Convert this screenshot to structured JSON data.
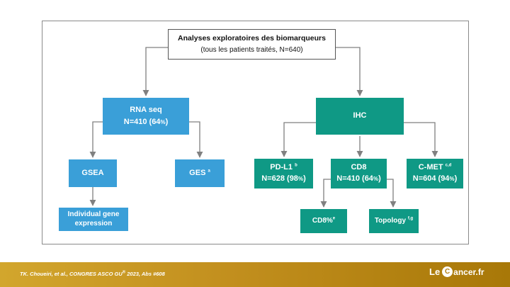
{
  "diagram": {
    "root": {
      "title": "Analyses exploratoires des biomarqueurs",
      "subtitle": "(tous les patients traités, N=640)"
    },
    "rna_seq": {
      "title": "RNA seq",
      "count": "N=410 (64",
      "pct_sign": "%",
      "close": ")"
    },
    "ihc": {
      "title": "IHC"
    },
    "gsea": {
      "title": "GSEA"
    },
    "ges": {
      "title": "GES",
      "sup": "a"
    },
    "individual": {
      "line1": "Individual gene",
      "line2": "expression"
    },
    "pdl1": {
      "title": "PD-L1",
      "sup": "b",
      "count": "N=628 (98",
      "pct_sign": "%",
      "close": ")"
    },
    "cd8": {
      "title": "CD8",
      "count": "N=410 (64",
      "pct_sign": "%",
      "close": ")"
    },
    "cmet": {
      "title": "C-MET",
      "sup": "c,d",
      "count": "N=604 (94",
      "pct_sign": "%",
      "close": ")"
    },
    "cd8pct": {
      "title": "CD8%",
      "sup": "e"
    },
    "topology": {
      "title": "Topology",
      "sup": "f,g"
    }
  },
  "footer": {
    "reference": "TK. Choueiri, et al., CONGRES ASCO GU",
    "reference_sup": "®",
    "reference_tail": " 2023, Abs #608",
    "logo": {
      "prefix": "Le",
      "letter": "C",
      "suffix": "ancer.fr"
    }
  },
  "colors": {
    "blue": "#3a9fd8",
    "teal": "#0f9985",
    "connector": "#808080",
    "footer": "#c28f1e"
  }
}
